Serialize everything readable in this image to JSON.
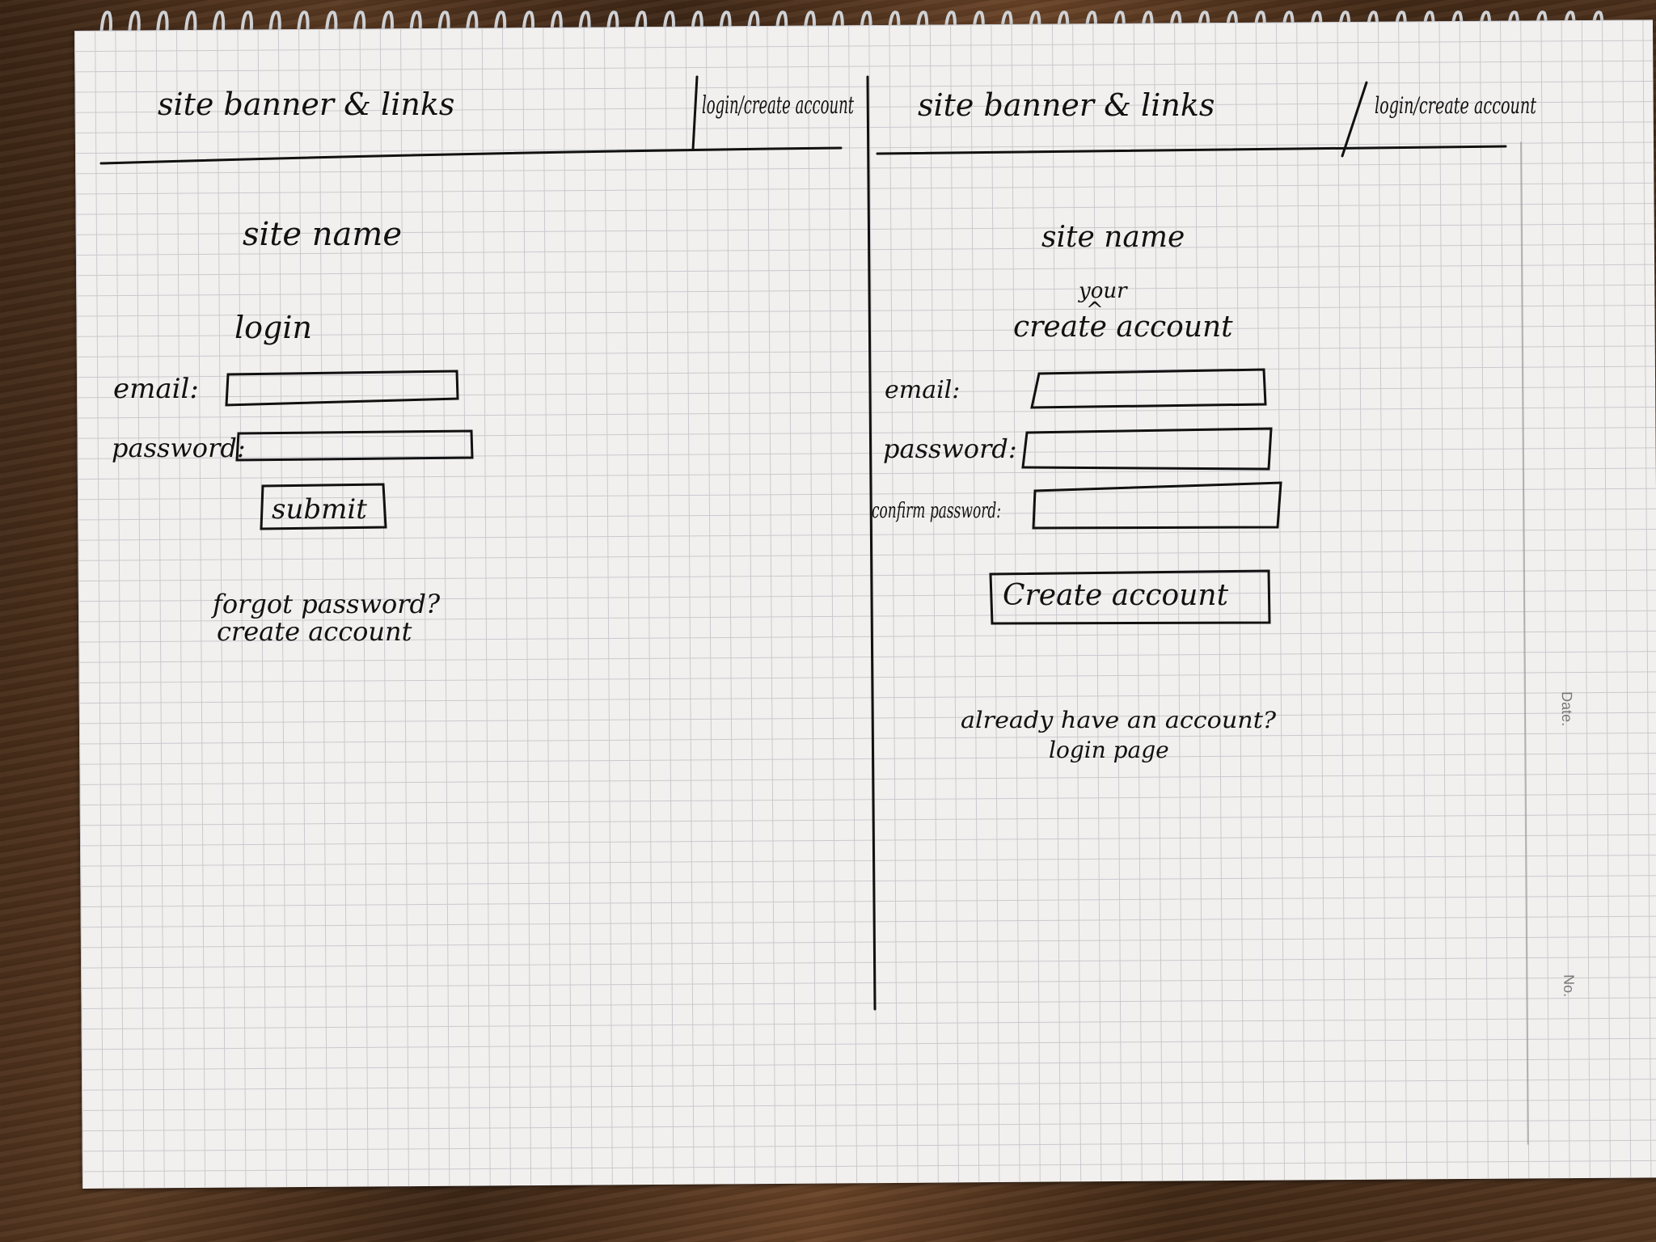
{
  "left_page": {
    "banner": "site banner & links",
    "account_link": "login/create account",
    "site_name": "site name",
    "heading": "login",
    "email_label": "email:",
    "password_label": "password:",
    "submit_label": "submit",
    "forgot_link": "forgot password?",
    "create_link": "create account"
  },
  "right_page": {
    "banner": "site banner & links",
    "account_link": "login/create account",
    "site_name": "site name",
    "heading_insert": "your",
    "heading_caret": "^",
    "heading": "create account",
    "email_label": "email:",
    "password_label": "password:",
    "confirm_label": "confirm password:",
    "create_button": "Create account",
    "already_text": "already have an account?",
    "login_link": "login page"
  },
  "notebook": {
    "date_label": "Date.",
    "no_label": "No."
  }
}
